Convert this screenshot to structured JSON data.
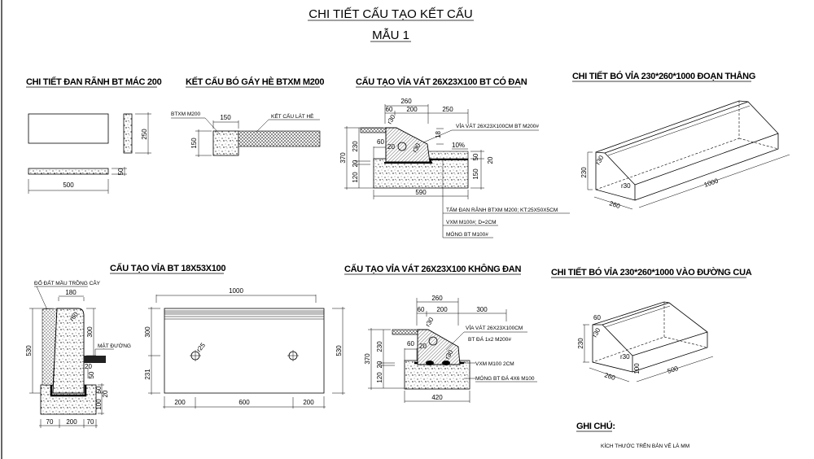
{
  "title": "CHI TIẾT CẤU TẠO KẾT CẤU",
  "subtitle": "MẪU 1",
  "d1": {
    "title": "CHI TIẾT ĐAN RÃNH BT MÁC 200",
    "dims": [
      "250",
      "50",
      "500"
    ]
  },
  "d2": {
    "title": "KẾT CẤU BÓ GÁY HÈ BTXM M200",
    "label_concrete": "BTXM M200",
    "label_paving": "KẾT CẤU LÁT HÈ",
    "dims": [
      "150",
      "150"
    ]
  },
  "d3": {
    "title": "CẤU TẠO VỈA VÁT 26X23X100 BT CÓ ĐAN",
    "dims": [
      "260",
      "60",
      "200",
      "250",
      "r30",
      "18",
      "60",
      "20",
      "r30",
      "10%",
      "50",
      "20",
      "150",
      "370",
      "230",
      "20",
      "120",
      "590"
    ],
    "label_curb": "VỈA VÁT 26X23X100CM BT M200#",
    "label_slab": "TẤM ĐAN RÃNH BTXM M200; KT:25X50X5CM",
    "label_mortar": "VXM M100#; D=2CM",
    "label_foundation": "MÓNG BT M100#"
  },
  "d4": {
    "title": "CHI TIẾT BÓ VỈA 230*260*1000 ĐOẠN THẲNG",
    "dims": [
      "230",
      "r30",
      "r30",
      "260",
      "1000"
    ]
  },
  "d5": {
    "title": "CẤU TẠO VỈA BT 18X53X100",
    "label_soil": "ĐỔ ĐẤT MẦU TRỒNG CÂY",
    "label_road": "MẶT ĐƯỜNG",
    "section_dims": [
      "180",
      "r60",
      "530",
      "300",
      "20",
      "50",
      "50",
      "20",
      "100",
      "70",
      "200",
      "70"
    ],
    "front_dims": [
      "1000",
      "300",
      "231",
      "r25",
      "530",
      "200",
      "600",
      "200"
    ]
  },
  "d6": {
    "title": "CẤU TẠO VỈA VÁT 26X23X100 KHÔNG  ĐAN",
    "dims": [
      "260",
      "60",
      "200",
      "300",
      "r30",
      "60",
      "20",
      "r30",
      "370",
      "230",
      "20",
      "120",
      "420"
    ],
    "label_curb_1": "VỈA VÁT 26X23X100CM",
    "label_curb_2": "BT ĐÁ 1x2 M200#",
    "label_mortar": "VXM M100 2CM",
    "label_foundation": "MÓNG BT ĐÁ 4X6 M100"
  },
  "d7": {
    "title": "CHI TIẾT BÓ VỈA 230*260*1000 VÀO ĐƯỜNG CUA",
    "dims": [
      "60",
      "r30",
      "230",
      "r30",
      "100",
      "260",
      "500"
    ]
  },
  "note": {
    "heading": "GHI CHÚ:",
    "text": "KÍCH THƯỚC TRÊN BẢN VẼ LÀ MM"
  }
}
